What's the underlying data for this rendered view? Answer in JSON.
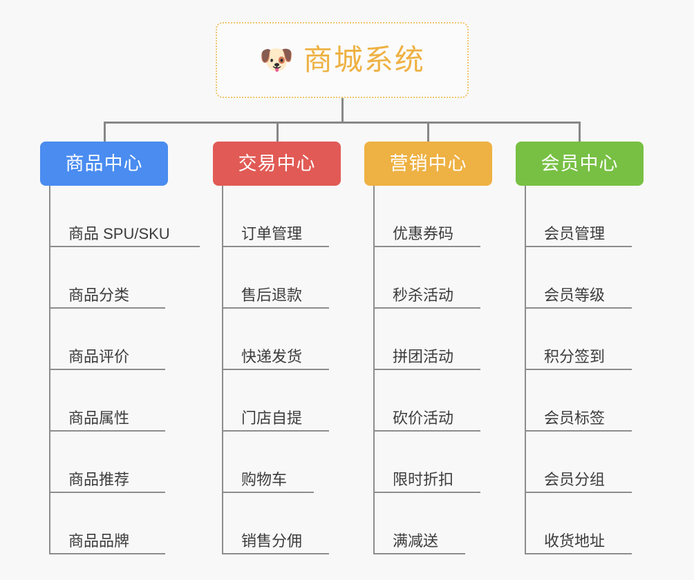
{
  "background_color": "#f8f8f8",
  "root": {
    "icon": "shiba-dog-face-icon",
    "emoji": "🐶",
    "title": "商城系统",
    "title_color": "#eeb143",
    "border_color": "#f0c469"
  },
  "connector_color": "#878787",
  "branches": [
    {
      "label": "商品中心",
      "color": "#4a8cf0",
      "items": [
        "商品 SPU/SKU",
        "商品分类",
        "商品评价",
        "商品属性",
        "商品推荐",
        "商品品牌"
      ]
    },
    {
      "label": "交易中心",
      "color": "#e15a55",
      "items": [
        "订单管理",
        "售后退款",
        "快递发货",
        "门店自提",
        "购物车",
        "销售分佣"
      ]
    },
    {
      "label": "营销中心",
      "color": "#eeb143",
      "items": [
        "优惠券码",
        "秒杀活动",
        "拼团活动",
        "砍价活动",
        "限时折扣",
        "满减送"
      ]
    },
    {
      "label": "会员中心",
      "color": "#78c044",
      "items": [
        "会员管理",
        "会员等级",
        "积分签到",
        "会员标签",
        "会员分组",
        "收货地址"
      ]
    }
  ]
}
